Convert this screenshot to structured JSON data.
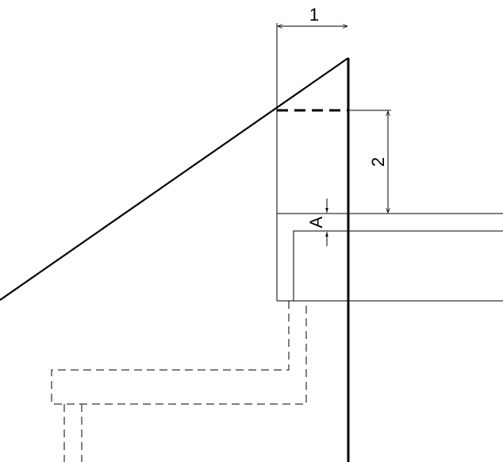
{
  "diagram": {
    "dimension_labels": {
      "dim1": "1",
      "dim2": "2",
      "dimA": "A"
    },
    "colors": {
      "line": "#000000",
      "background": "#ffffff"
    }
  }
}
